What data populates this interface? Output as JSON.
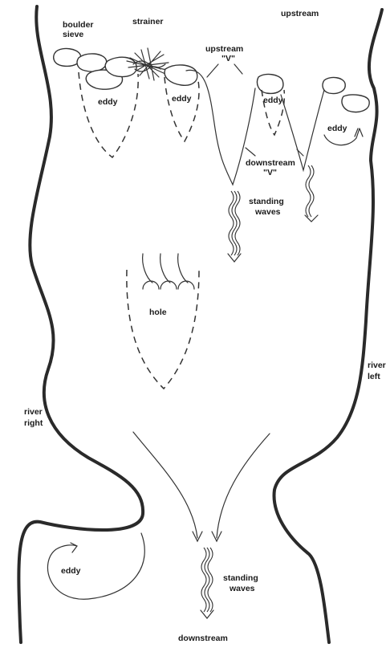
{
  "labels": {
    "upstream_top": "upstream",
    "boulder": "boulder",
    "sieve": "sieve",
    "strainer": "strainer",
    "upstream_v_1": "upstream",
    "upstream_v_2": "\"V\"",
    "eddy_1": "eddy",
    "eddy_2": "eddy",
    "eddy_3": "eddy",
    "eddy_4": "eddy",
    "downstream_v_1": "downstream",
    "downstream_v_2": "\"V\"",
    "standing_waves_1a": "standing",
    "standing_waves_1b": "waves",
    "hole": "hole",
    "river_left_1": "river",
    "river_left_2": "left",
    "river_right_1": "river",
    "river_right_2": "right",
    "eddy_bottom": "eddy",
    "standing_waves_2a": "standing",
    "standing_waves_2b": "waves",
    "downstream_bottom": "downstream"
  },
  "colors": {
    "ink": "#2a2a2a",
    "paper": "#ffffff"
  }
}
